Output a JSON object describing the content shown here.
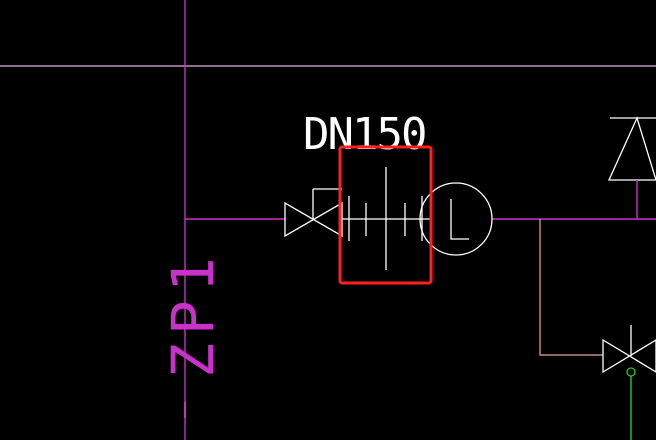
{
  "drawing": {
    "background": "#000000",
    "colors": {
      "pipe_magenta": "#c832c8",
      "pipe_pink": "#e0b4e0",
      "pipe_orange": "#e8a8a0",
      "symbol_white": "#ffffff",
      "selection_red": "#ff2020",
      "pipe_green": "#28c828"
    },
    "labels": {
      "pipe_size": "DN150",
      "riser_id": "ZP1"
    },
    "icons": {
      "gate_valve_left": "gate-valve-icon",
      "flange_joint": "flange-joint-icon",
      "flow_meter": "flow-meter-icon",
      "alarm_triangle": "alarm-valve-icon",
      "gate_valve_right": "gate-valve-icon"
    },
    "selection": {
      "state": "selected"
    }
  }
}
